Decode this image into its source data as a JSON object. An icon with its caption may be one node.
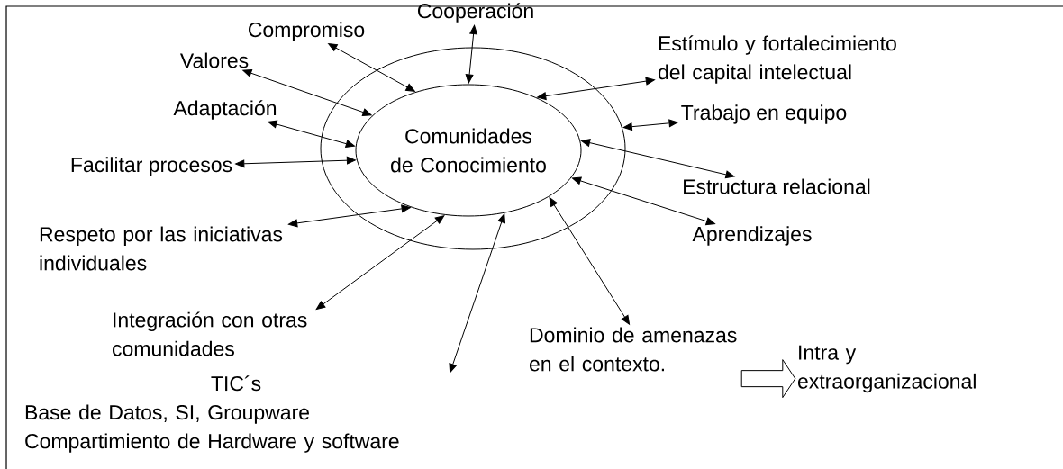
{
  "diagram": {
    "nodes": [
      {
        "text": [],
        "shape": "ellipse"
      },
      {
        "text": [
          "Comunidades de Conocimiento"
        ],
        "in": 0
      },
      {
        "text": [
          "Compromiso"
        ]
      },
      {
        "text": [
          "Cooperación"
        ]
      },
      {
        "text": [
          "Valores"
        ]
      },
      {
        "text": [
          "Estímulo y  fortalecimiento del capital intelectual"
        ]
      },
      {
        "text": [
          "Adaptación"
        ]
      },
      {
        "text": [
          "Trabajo en equipo"
        ]
      },
      {
        "text": [
          "Facilitar procesos"
        ]
      },
      {
        "text": [
          "Estructura relacional"
        ]
      },
      {
        "text": [
          "Respeto por las iniciativas individuales"
        ]
      },
      {
        "text": [
          "Aprendizajes"
        ]
      },
      {
        "text": [
          "Integración con otras comunidades"
        ]
      },
      {
        "text": [
          "Dominio de amenazas en el contexto."
        ]
      },
      {
        "text": [
          "Intra y extraorganizacional"
        ]
      },
      {
        "text": [
          "TIC´s",
          "Base de Datos, SI, Groupware Compartimiento de Hardware y software"
        ]
      }
    ],
    "edges": [
      {
        "from": 2,
        "to": 1,
        "arrow": "both"
      },
      {
        "from": 3,
        "to": 1,
        "arrow": "both"
      },
      {
        "from": 4,
        "to": 1,
        "arrow": "both"
      },
      {
        "from": 5,
        "to": 1,
        "arrow": "both"
      },
      {
        "from": 6,
        "to": 1,
        "arrow": "both"
      },
      {
        "from": 7,
        "to": 0,
        "arrow": "both"
      },
      {
        "from": 8,
        "to": 1,
        "arrow": "both"
      },
      {
        "from": 9,
        "to": 1,
        "arrow": "both"
      },
      {
        "from": 10,
        "to": 1,
        "arrow": "both"
      },
      {
        "from": 11,
        "to": 1,
        "arrow": "both"
      },
      {
        "from": 12,
        "to": 1,
        "arrow": "both"
      },
      {
        "from": 13,
        "to": 1,
        "arrow": "both"
      },
      {
        "from": 15,
        "to": 1,
        "arrow": "both"
      },
      {
        "from": 13,
        "to": 14,
        "arrow": "to",
        "style": "thick"
      }
    ]
  }
}
